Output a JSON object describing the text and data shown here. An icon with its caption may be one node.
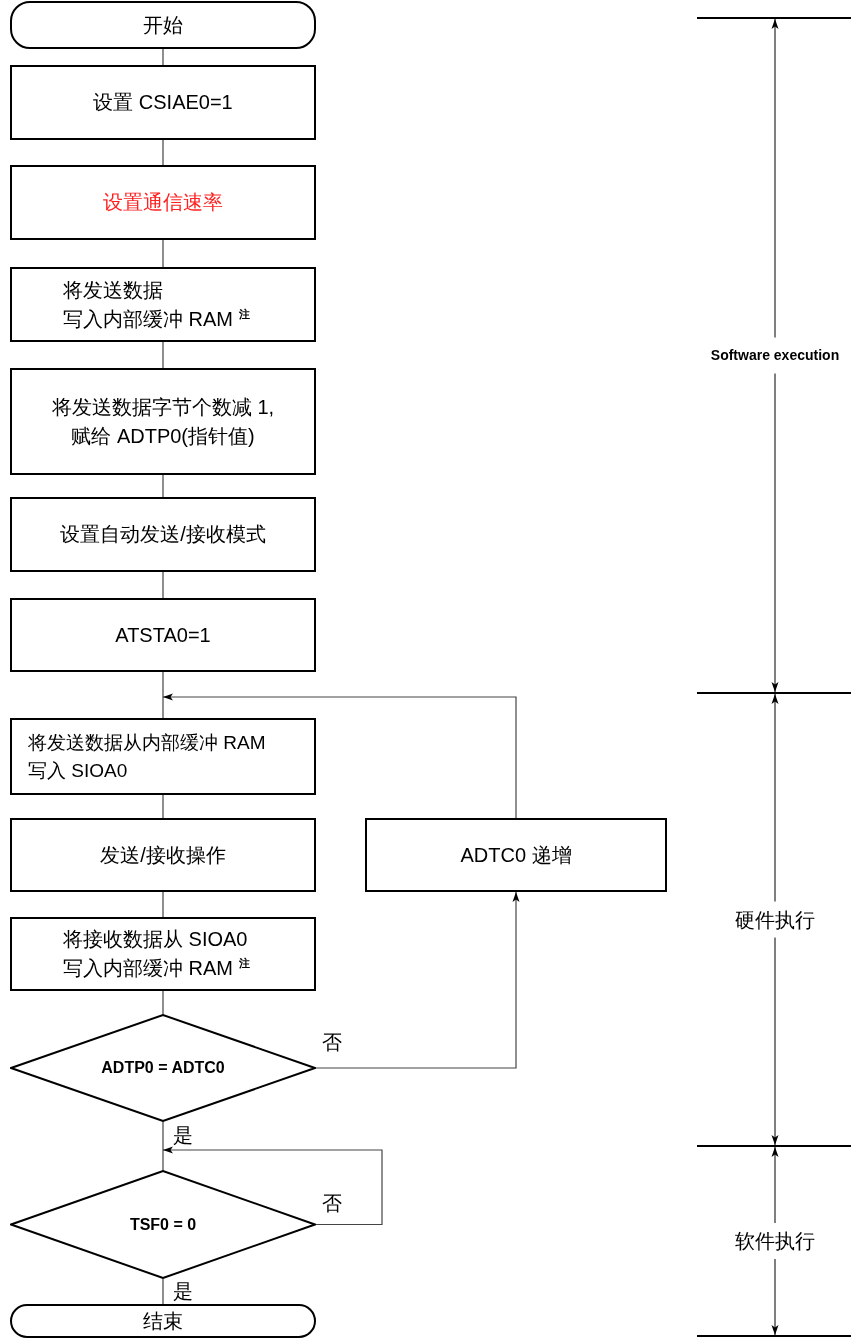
{
  "diagram": {
    "nodes": [
      {
        "text": [
          "开始"
        ]
      },
      {
        "text": [
          "设置 CSIAE0=1"
        ]
      },
      {
        "text": [
          "设置通信速率"
        ]
      },
      {
        "text": [
          "将发送数据写入内部缓冲 RAM $^{注}$"
        ]
      },
      {
        "text": [
          "将发送数据字节个数减 1, 赋给 ADTP0(指针值)"
        ]
      },
      {
        "text": [
          "设置自动发送/接收模式"
        ]
      },
      {
        "text": [
          "ATSTA0=1"
        ]
      },
      {
        "text": [
          "将发送数据从内部缓冲 RAM 写入 SIOA0"
        ]
      },
      {
        "text": [
          "发送/接收操作"
        ]
      },
      {
        "text": [
          "ADTC0 递增"
        ]
      },
      {
        "text": [
          "将接收数据从 SIOA0 写入内部缓冲 RAM $^{注}$"
        ]
      },
      {
        "text": [
          "ADTP0 = ADTC0"
        ]
      },
      {
        "text": [
          "TSF0 = 0"
        ]
      },
      {
        "text": [
          "结束"
        ]
      }
    ],
    "edges": [
      {
        "from": 0,
        "to": 1,
        "arrow": "none"
      },
      {
        "from": 1,
        "to": 2,
        "arrow": "none"
      },
      {
        "from": 2,
        "to": 3,
        "arrow": "none"
      },
      {
        "from": 3,
        "to": 4,
        "arrow": "none"
      },
      {
        "from": 4,
        "to": 5,
        "arrow": "none"
      },
      {
        "from": 5,
        "to": 6,
        "arrow": "none"
      },
      {
        "from": 6,
        "to": 7,
        "arrow": "none"
      },
      {
        "from": 7,
        "to": 8,
        "arrow": "none"
      },
      {
        "from": 8,
        "to": 10,
        "arrow": "none"
      },
      {
        "from": 10,
        "to": 11,
        "arrow": "none"
      },
      {
        "from": 11,
        "to": 9,
        "arrow": "to",
        "label": "否"
      },
      {
        "from": 9,
        "to": 7,
        "arrow": "to"
      },
      {
        "from": 11,
        "to": 12,
        "arrow": "none",
        "label": "是"
      },
      {
        "from": 12,
        "to": 12,
        "arrow": "to",
        "label": "否"
      },
      {
        "from": 12,
        "to": 13,
        "arrow": "none",
        "label": "是"
      }
    ],
    "labels": [
      "Software execution",
      "硬件执行",
      "软件执行"
    ]
  }
}
